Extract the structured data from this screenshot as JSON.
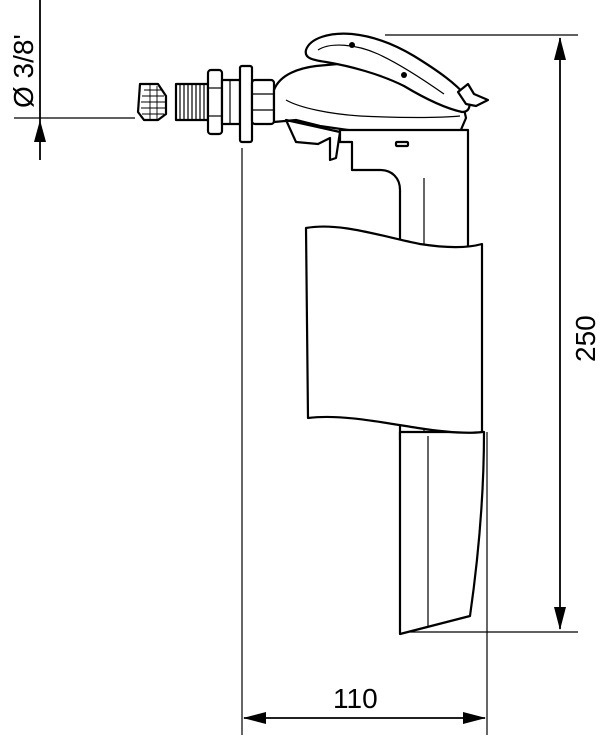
{
  "dimensions": {
    "diameter_label": "Ø 3/8'",
    "height_label": "250",
    "width_label": "110"
  },
  "colors": {
    "line": "#000000",
    "background": "#ffffff"
  }
}
